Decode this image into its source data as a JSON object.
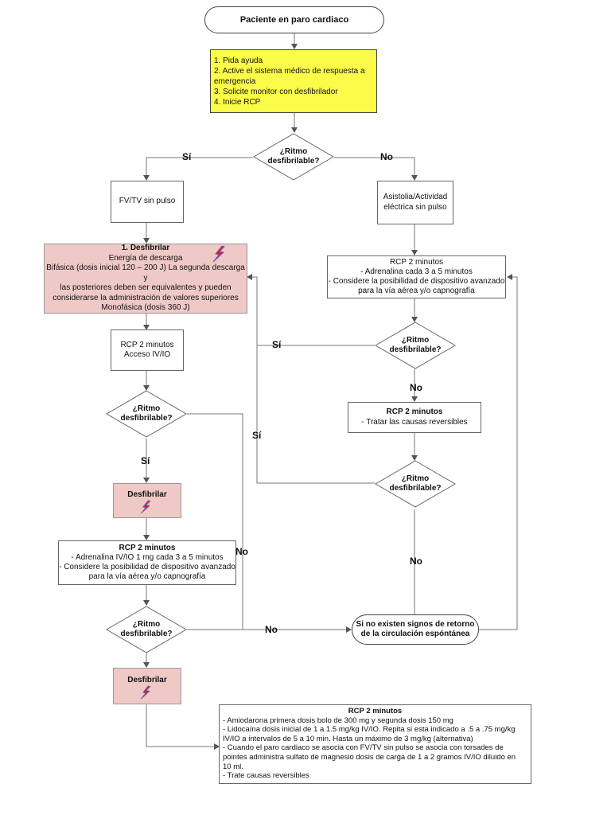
{
  "start": {
    "text": "Paciente en paro cardiaco"
  },
  "steps": {
    "items": [
      "1. Pida ayuda",
      "2. Active el sistema médico de respuesta a emergencia",
      "3. Solicite monitor con desfibrilador",
      "4. Inicie RCP"
    ]
  },
  "decision_text": {
    "line1": "¿Ritmo",
    "line2": "desfibrilable?"
  },
  "labels": {
    "si": "Sí",
    "no": "No"
  },
  "fvtv": {
    "text": "FV/TV sin pulso"
  },
  "asistolia": {
    "line1": "Asistolia/Actividad",
    "line2": "eléctrica sin pulso"
  },
  "defib1": {
    "title": "1. Desfibrilar",
    "lines": [
      "Energía de descarga",
      "Bifásica (dosis inicial 120 – 200 J) La segunda descarga y",
      "las posteriores deben ser equivalentes y pueden",
      "considerarse la administración de valores superiores",
      "Monofásica (dosis 360 J)"
    ]
  },
  "rcp_acceso": {
    "line1": "RCP 2 minutos",
    "line2": "Acceso IV/IO"
  },
  "rcp_right1": {
    "title": "RCP 2 minutos",
    "lines": [
      "- Adrenalina cada 3 a 5 minutos",
      "- Considere la posibilidad de dispositivo avanzado",
      "para la vía aérea y/o capnografía"
    ]
  },
  "rcp_right2": {
    "title": "RCP 2 minutos",
    "lines": [
      "- Tratar las causas reversibles"
    ]
  },
  "desfibrilar_label": "Desfibrilar",
  "rcp_left": {
    "title": "RCP 2 minutos",
    "lines": [
      "- Adrenalina IV/IO 1 mg cada 3 a 5 minutos",
      "- Considere la posibilidad de dispositivo avanzado",
      "para la vía aérea y/o capnografía"
    ]
  },
  "rosc": {
    "line1": "Si no existen signos de retorno",
    "line2": "de la circulación espóntánea"
  },
  "final": {
    "title": "RCP 2 minutos",
    "lines": [
      "- Amiodarona primera dosis bolo de 300 mg y segunda dosis 150 mg",
      "- Lidocaína dosis inicial de 1 a 1.5 mg/kg  IV/IO. Repita  si esta indicado a .5 a .75 mg/kg",
      "IV/IO a intervalos de 5 a 10 min. Hasta un máximo de 3 mg/kg (alternativa)",
      "- Cuando el paro cardiaco se asocia con FV/TV sin pulso se asocia con torsades de",
      "pointes administra sulfato de magnesio dosis de carga de  1 a 2 gramos IV/IO diluido en",
      "10 ml.",
      "- Trate causas reversibles"
    ]
  },
  "colors": {
    "yellow": "#fbfb4a",
    "pink": "#efc9c6",
    "line": "#666666"
  }
}
